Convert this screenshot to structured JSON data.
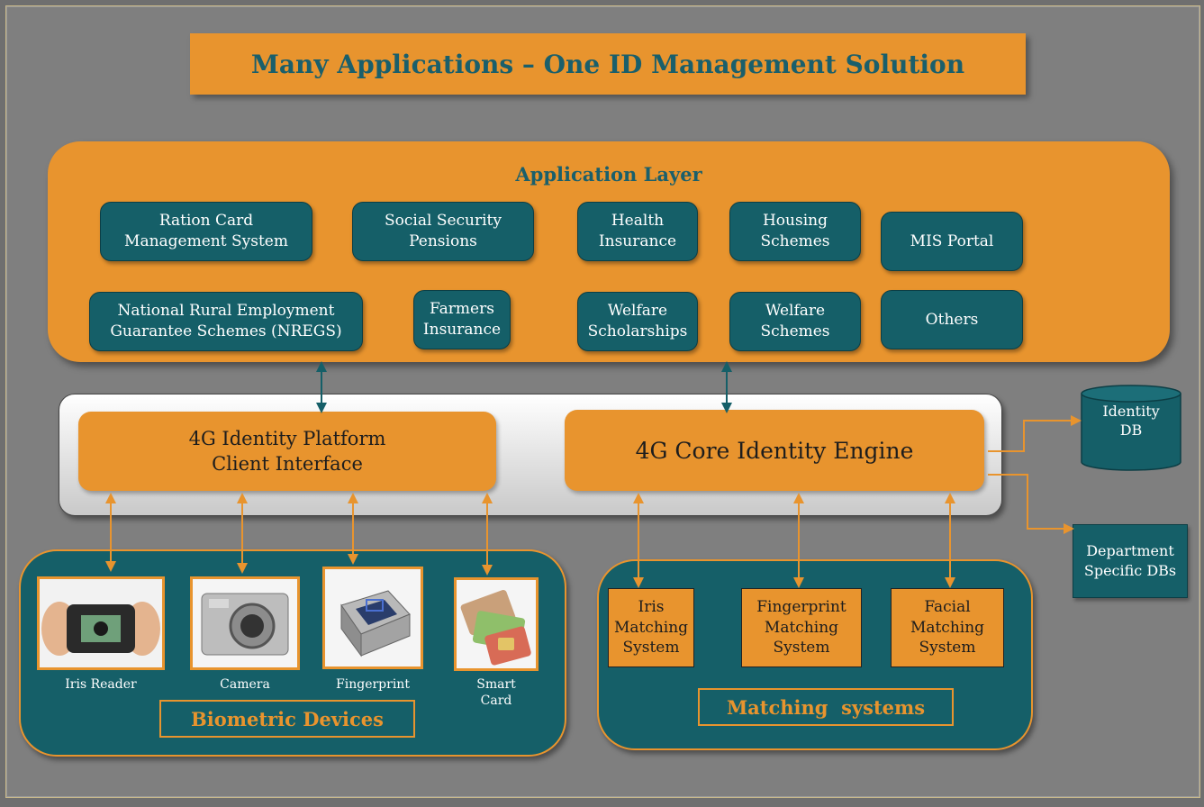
{
  "title": "Many Applications – One ID Management Solution",
  "application_layer": {
    "title": "Application Layer",
    "items": [
      "Ration Card\nManagement System",
      "Social Security\nPensions",
      "Health\nInsurance",
      "Housing\nSchemes",
      "MIS Portal",
      "National Rural Employment\nGuarantee Schemes (NREGS)",
      "Farmers\nInsurance",
      "Welfare\nScholarships",
      "Welfare\nSchemes",
      "Others"
    ]
  },
  "platform": {
    "client_interface": "4G Identity Platform\nClient Interface",
    "core_engine": "4G Core Identity Engine"
  },
  "databases": {
    "identity_db": "Identity\nDB",
    "department_db": "Department\nSpecific DBs"
  },
  "biometric_devices": {
    "title": "Biometric Devices",
    "devices": [
      "Iris Reader",
      "Camera",
      "Fingerprint",
      "Smart\nCard"
    ]
  },
  "matching_systems": {
    "title": "Matching  systems",
    "items": [
      "Iris\nMatching\nSystem",
      "Fingerprint\nMatching\nSystem",
      "Facial\nMatching\nSystem"
    ]
  },
  "colors": {
    "orange": "#e8942e",
    "teal": "#155f68",
    "title_text": "#1a5f6b",
    "background": "#7f7f7f"
  }
}
